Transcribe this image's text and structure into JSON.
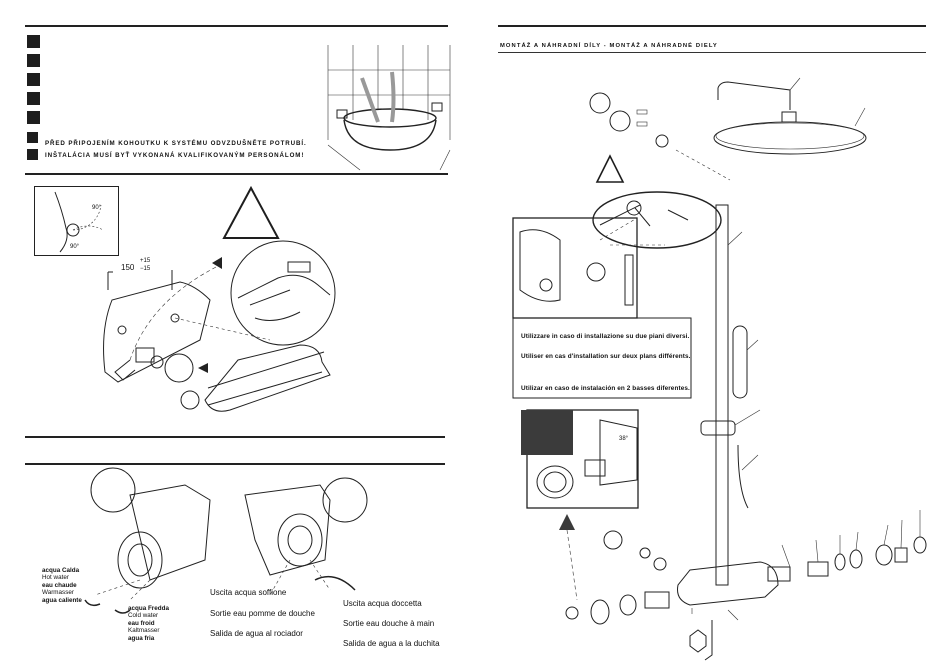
{
  "left": {
    "warnings": [
      "PŘED PŘIPOJENÍM KOHOUTKU K SYSTÉMU ODVZDUŠNĚTE POTRUBÍ.",
      "INŠTALÁCIA MUSÍ BYŤ VYKONANÁ KVALIFIKOVANÝM PERSONÁLOM!"
    ],
    "dims": {
      "base": "150",
      "plus": "+15",
      "minus": "−15",
      "angle_a": "90°",
      "angle_b": "90°"
    },
    "hot": {
      "it": "acqua Calda",
      "en": "Hot water",
      "fr": "eau chaude",
      "de": "Warmasser",
      "es": "agua caliente"
    },
    "cold": {
      "it": "acqua Fredda",
      "en": "Cold water",
      "fr": "eau froid",
      "de": "Kaltmasser",
      "es": "agua fria"
    },
    "outlet_a": [
      "Uscita acqua soffione",
      "Sortie eau pomme de douche",
      "Salida de agua al rociador"
    ],
    "outlet_b": [
      "Uscita acqua doccetta",
      "Sortie eau douche à main",
      "Salida de agua a la duchita"
    ]
  },
  "right": {
    "header": "MONTÁŽ A NÁHRADNÍ DÍLY - MONTÁŽ A NÁHRADNÉ DIELY",
    "notes": [
      "Utilizzare in caso di installazione su due piani diversi.",
      "Utiliser en cas d'installation sur deux plans différents.",
      "Utilizar en caso de instalación en 2 basses diferentes."
    ],
    "dial": "38°"
  },
  "colors": {
    "ink": "#1e1e1e",
    "dark_box": "#3b3b3b"
  }
}
